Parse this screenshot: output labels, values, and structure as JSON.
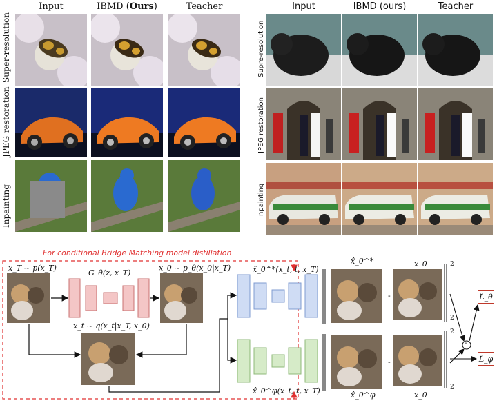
{
  "left_grid": {
    "columns": [
      "Input",
      "IBMD (Ours)",
      "Teacher"
    ],
    "column_bold_word": "Ours",
    "rows": [
      "Super-resolution",
      "JPEG restoration",
      "Inpainting"
    ]
  },
  "right_grid": {
    "columns": [
      "Input",
      "IBMD (ours)",
      "Teacher"
    ],
    "rows": [
      "Supre-resolution",
      "JPEG restoration",
      "Inpainting"
    ]
  },
  "diagram": {
    "dashed_note": "For conditional Bridge Matching model distillation",
    "label_xT": "x_T ~ p(x_T)",
    "label_generator": "G_θ(z, x_T)",
    "label_x0_post": "x_0 ~ p_θ(x_0|x_T)",
    "label_xt": "x_t ~ q(x_t|x_T, x_0)",
    "label_teacher_star": "x̂_0^*(x_t, t, x_T)",
    "label_student_phi": "x̂_0^φ(x_t, t, x_T)",
    "label_out_star": "x̂_0^*",
    "label_out_phi": "x̂_0^φ",
    "label_x0_top": "x_0",
    "label_x0_bottom": "x_0",
    "minus": "-",
    "exponent": "2",
    "loss_theta": "L̂_θ",
    "loss_phi": "L̂_φ",
    "combine_symbol": "-",
    "colors": {
      "generator_fill": "#f4c6c6",
      "generator_stroke": "#c97070",
      "teacher_fill": "#cfdcf4",
      "teacher_stroke": "#7f9bd0",
      "student_fill": "#d6ebc8",
      "student_stroke": "#8fb879",
      "dashed_red": "#e03030"
    }
  }
}
